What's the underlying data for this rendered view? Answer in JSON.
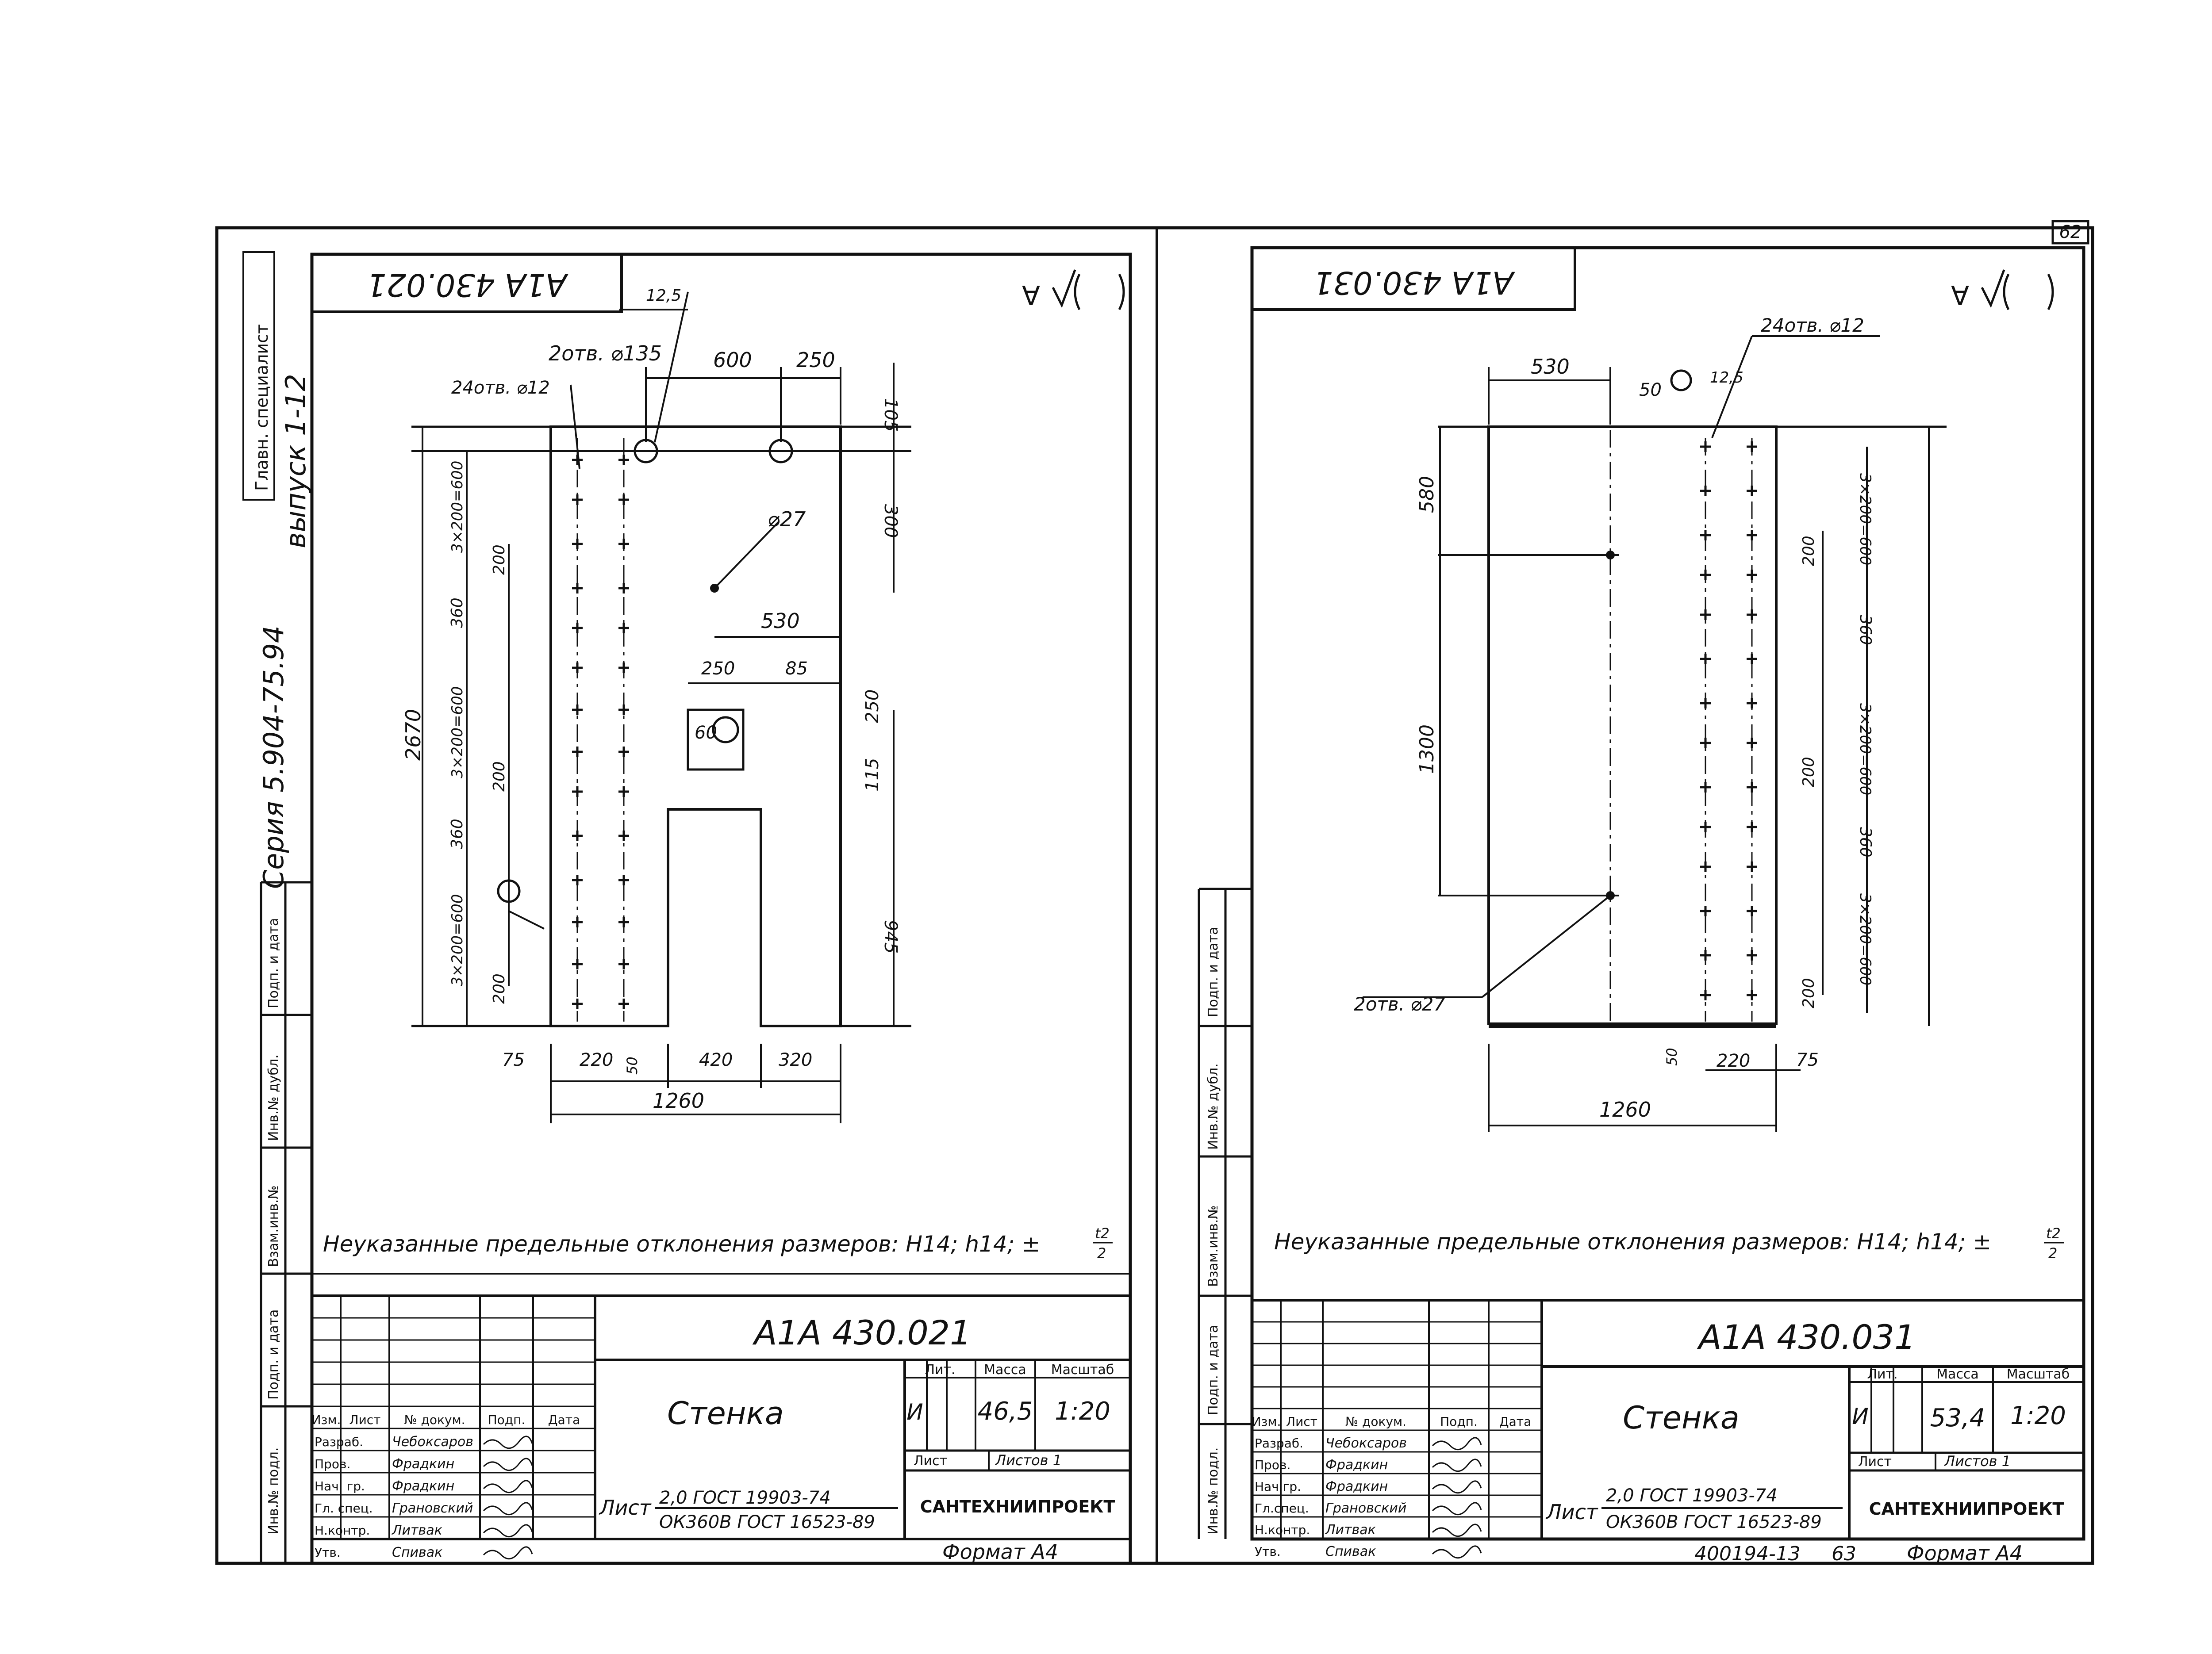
{
  "page_number": "62",
  "bottom_right_stamp": "400194-13",
  "bottom_right_page": "63",
  "side_stamp": {
    "series": "Серия 5.904-75.94",
    "issue": "выпуск 1-12",
    "stamp": "Главн. специалист"
  },
  "side_columns": [
    "Подп. и дата",
    "Инв.№ дубл.",
    "Взам.инв.№",
    "Подп. и дата",
    "Инв.№ подл."
  ],
  "tolerance_note_left": "Неуказанные предельные отклонения размеров: Н14; h14; ±",
  "tolerance_note_right": "Неуказанные предельные отклонения размеров: Н14; h14; ±",
  "tolerance_frac_num": "t2",
  "tolerance_frac_den": "2",
  "roughness_value": "12,5",
  "sheets": [
    {
      "code_box": "А1А 430.021",
      "designation": "А1А 430.021",
      "name": "Стенка",
      "lit": "И",
      "mass": "46,5",
      "scale": "1:20",
      "sheet": "Лист",
      "sheets": "Листов 1",
      "org": "САНТЕХНИИПРОЕКТ",
      "material_top": "2,0 ГОСТ 19903-74",
      "material_bottom": "ОК360В ГОСТ 16523-89",
      "material_label": "Лист",
      "format": "Формат А4",
      "header": {
        "lit": "Лит.",
        "mass": "Масса",
        "scale": "Масштаб"
      },
      "sign_cols": [
        "Изм.",
        "Лист",
        "№ докум.",
        "Подп.",
        "Дата"
      ],
      "people": [
        {
          "role": "Разраб.",
          "name": "Чебоксаров"
        },
        {
          "role": "Пров.",
          "name": "Фрадкин"
        },
        {
          "role": "Нач. гр.",
          "name": "Фрадкин"
        },
        {
          "role": "Гл. спец.",
          "name": "Грановский"
        },
        {
          "role": "Н.контр.",
          "name": "Литвак"
        },
        {
          "role": "Утв.",
          "name": "Спивак"
        }
      ],
      "dims": {
        "d600": "600",
        "d250a": "250",
        "d105": "105",
        "d300": "300",
        "holes135": "2отв. ⌀135",
        "holes12": "24отв. ⌀12",
        "hole27": "⌀27",
        "d530": "530",
        "d250b": "250",
        "d85": "85",
        "d250c": "250",
        "d115": "115",
        "d60": "60",
        "d945": "945",
        "d2670": "2670",
        "p1": "3×200=600",
        "p2": "3×200=600",
        "p3": "3×200=600",
        "d200a": "200",
        "d200b": "200",
        "d200c": "200",
        "d360a": "360",
        "d360b": "360",
        "d75": "75",
        "d220": "220",
        "d50": "50",
        "d420": "420",
        "d320": "320",
        "d1260": "1260"
      }
    },
    {
      "code_box": "А1А 430.031",
      "designation": "А1А 430.031",
      "name": "Стенка",
      "lit": "И",
      "mass": "53,4",
      "scale": "1:20",
      "sheet": "Лист",
      "sheets": "Листов 1",
      "org": "САНТЕХНИИПРОЕКТ",
      "material_top": "2,0 ГОСТ 19903-74",
      "material_bottom": "ОК360В ГОСТ 16523-89",
      "material_label": "Лист",
      "format": "Формат А4",
      "header": {
        "lit": "Лит.",
        "mass": "Масса",
        "scale": "Масштаб"
      },
      "sign_cols": [
        "Изм.",
        "Лист",
        "№ докум.",
        "Подп.",
        "Дата"
      ],
      "people": [
        {
          "role": "Разраб.",
          "name": "Чебоксаров"
        },
        {
          "role": "Пров.",
          "name": "Фрадкин"
        },
        {
          "role": "Нач.гр.",
          "name": "Фрадкин"
        },
        {
          "role": "Гл.спец.",
          "name": "Грановский"
        },
        {
          "role": "Н.контр.",
          "name": "Литвак"
        },
        {
          "role": "Утв.",
          "name": "Спивак"
        }
      ],
      "dims": {
        "d530": "530",
        "d50": "50",
        "holes12": "24отв. ⌀12",
        "d580": "580",
        "d1300": "1300",
        "holes27": "2отв. ⌀27",
        "p1": "3×200=600",
        "p2": "3×200=600",
        "p3": "3×200=600",
        "d200a": "200",
        "d200b": "200",
        "d200c": "200",
        "d360a": "360",
        "d360b": "360",
        "d50b": "50",
        "d220": "220",
        "d75": "75",
        "d1260": "1260"
      }
    }
  ]
}
